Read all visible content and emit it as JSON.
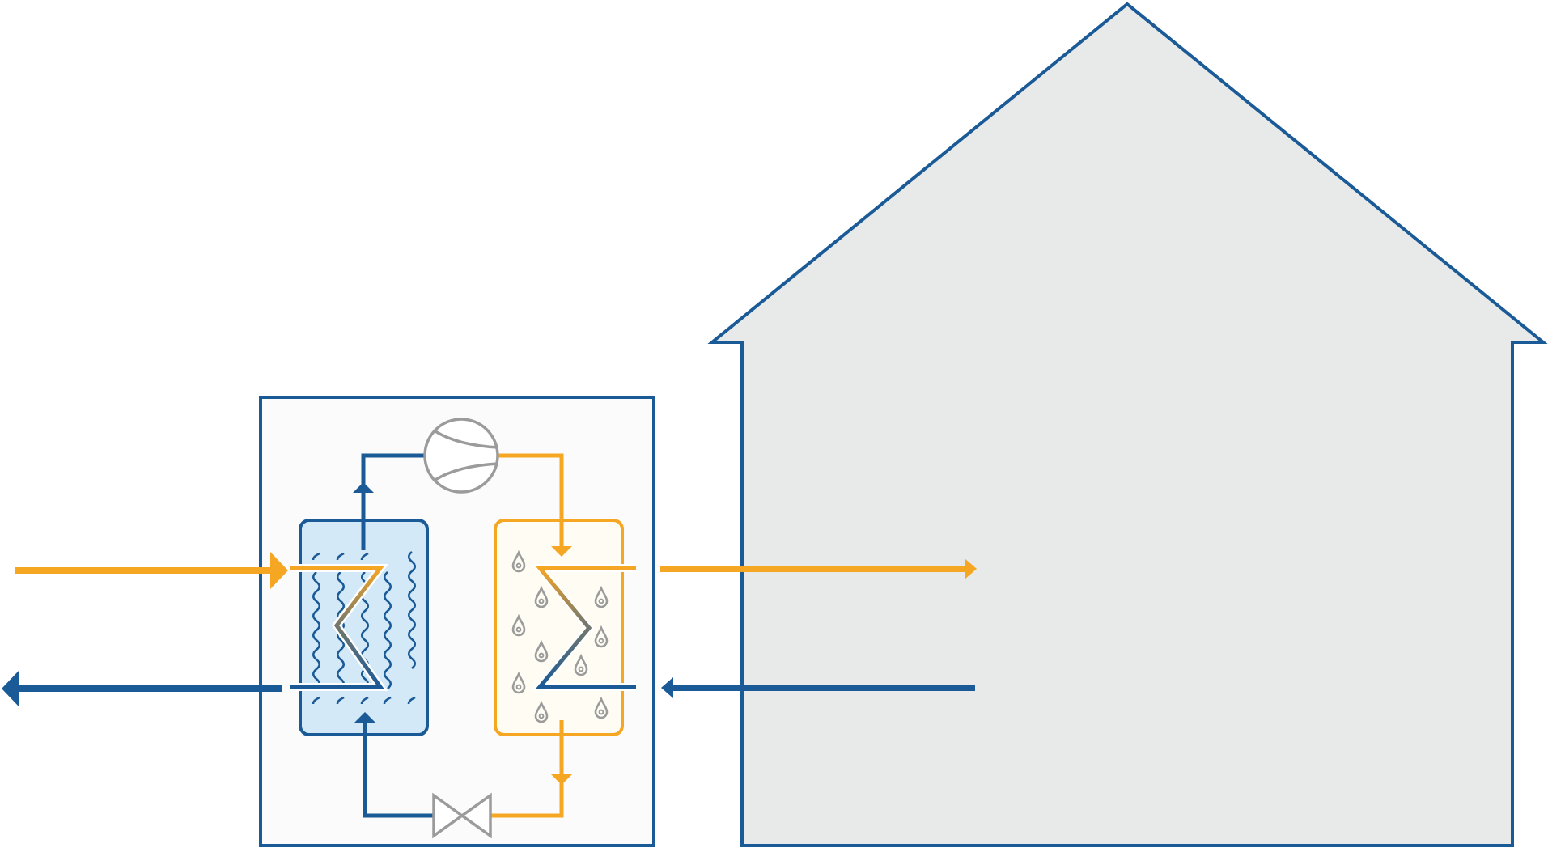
{
  "colors": {
    "blue": "#1a5a96",
    "orange": "#f5a623",
    "gray": "#9b9b9b",
    "house_fill": "#e8eaea",
    "unit_fill": "#fbfbfb",
    "evaporator_fill": "#d3e9f7",
    "condenser_fill": "#fffcf3",
    "white": "#ffffff"
  },
  "components": {
    "house": "house-outline",
    "heat_pump_unit": "heat-pump-housing",
    "evaporator": "evaporator-exchanger",
    "condenser": "condenser-exchanger",
    "compressor": "compressor-symbol",
    "expansion_valve": "expansion-valve-symbol"
  },
  "icons": {
    "water_wave": "wave-icon",
    "water_drop": "drop-icon",
    "flow_arrow": "arrow-icon"
  }
}
